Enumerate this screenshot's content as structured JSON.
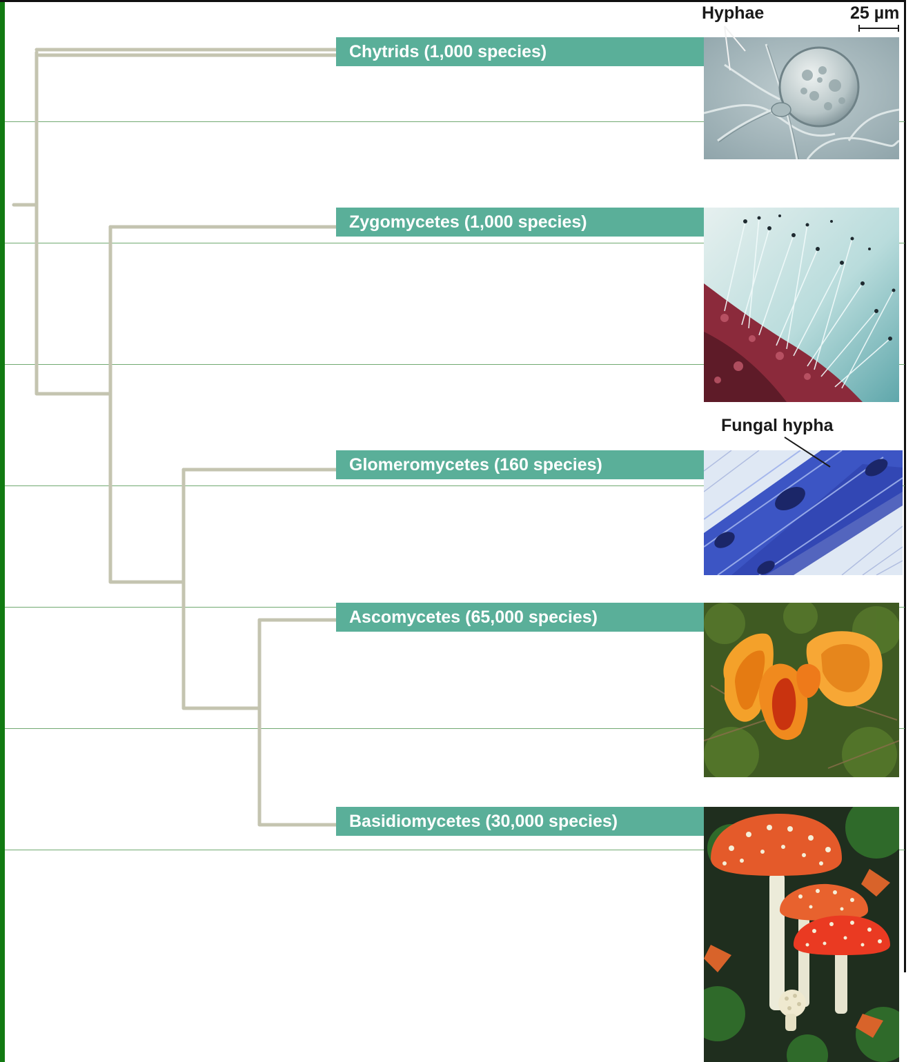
{
  "figure": {
    "annotations": {
      "hyphae": "Hyphae",
      "scale_bar": "25 µm",
      "fungal_hypha": "Fungal hypha"
    },
    "groups": [
      {
        "name": "Chytrids (1,000 species)",
        "photo": "chytrid-micrograph"
      },
      {
        "name": "Zygomycetes (1,000 species)",
        "photo": "zygomycete-mold"
      },
      {
        "name": "Glomeromycetes (160 species)",
        "photo": "glomeromycete-root-cells"
      },
      {
        "name": "Ascomycetes (65,000 species)",
        "photo": "ascomycete-cup-fungi"
      },
      {
        "name": "Basidiomycetes (30,000 species)",
        "photo": "basidiomycete-mushrooms"
      }
    ],
    "colors": {
      "label_bar": "#5aaf99",
      "tree_branch": "#c4c4b0",
      "frame_left": "#127a12",
      "grid_line": "#6fa86f"
    }
  }
}
